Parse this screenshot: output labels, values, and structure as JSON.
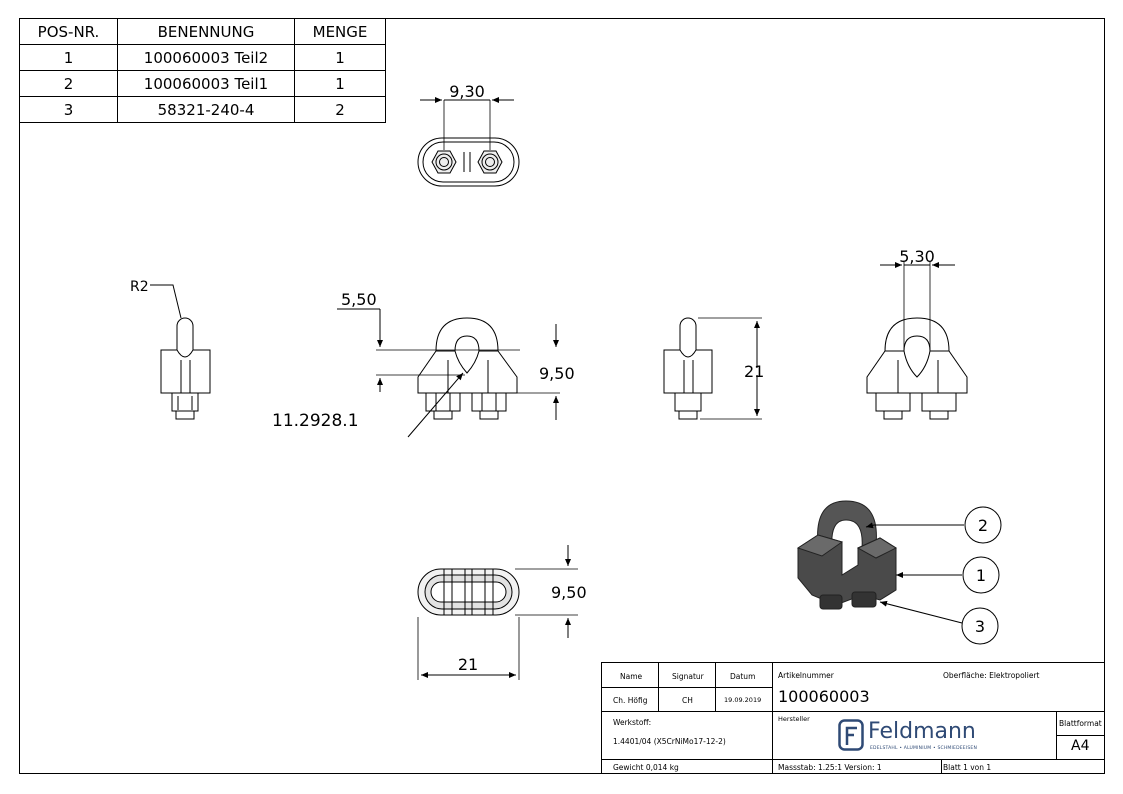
{
  "bom": {
    "headers": [
      "POS-NR.",
      "BENENNUNG",
      "MENGE"
    ],
    "rows": [
      {
        "pos": "1",
        "name": "100060003 Teil2",
        "qty": "1"
      },
      {
        "pos": "2",
        "name": "100060003 Teil1",
        "qty": "1"
      },
      {
        "pos": "3",
        "name": "58321-240-4",
        "qty": "2"
      }
    ]
  },
  "dimensions": {
    "top_width": "9,30",
    "radius": "R2",
    "gap": "5,50",
    "height_front": "9,50",
    "side_height": "21",
    "right_width": "5,30",
    "bottom_height": "9,50",
    "bottom_length": "21",
    "article_ref": "11.2928.1"
  },
  "balloons": [
    "2",
    "1",
    "3"
  ],
  "title_block": {
    "name_label": "Name",
    "signature_label": "Signatur",
    "date_label": "Datum",
    "name_value": "Ch. Höfig",
    "signature_value": "CH",
    "date_value": "19.09.2019",
    "article_label": "Artikelnummer",
    "article_number": "100060003",
    "surface": "Oberfläche:  Elektropoliert",
    "material_label": "Werkstoff:",
    "material_value": "1.4401/04 (X5CrNiMo17-12-2)",
    "manufacturer_label": "Hersteller",
    "logo_text": "Feldmann",
    "logo_sub": "EDELSTAHL • ALUMINIUM • SCHMIEDEEISEN",
    "format_label": "Blattformat",
    "format_value": "A4",
    "weight": "Gewicht 0,014 kg",
    "scale": "Massstab: 1.25:1   Version: 1",
    "sheet": "Blatt 1 von 1"
  },
  "colors": {
    "part_fill": "#dcdcdc",
    "iso_fill": "#4a4a4a",
    "logo": "#2f4a75"
  }
}
